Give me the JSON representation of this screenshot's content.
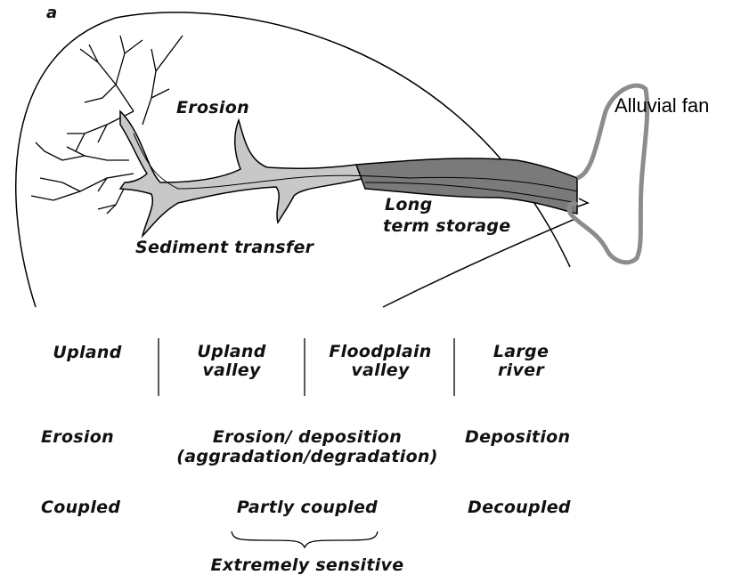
{
  "panel_letter": "a",
  "labels": {
    "erosion": "Erosion",
    "sediment_transfer": "Sediment transfer",
    "long_term_storage_1": "Long",
    "long_term_storage_2": "term storage",
    "alluvial_fan": "Alluvial fan"
  },
  "zones": [
    {
      "line1": "Upland",
      "line2": ""
    },
    {
      "line1": "Upland",
      "line2": "valley"
    },
    {
      "line1": "Floodplain",
      "line2": "valley"
    },
    {
      "line1": "Large",
      "line2": "river"
    }
  ],
  "process_row": {
    "upland": "Erosion",
    "middle_1": "Erosion/ deposition",
    "middle_2": "(aggradation/degradation)",
    "large_river": "Deposition"
  },
  "coupling_row": {
    "upland": "Coupled",
    "middle": "Partly coupled",
    "large_river": "Decoupled"
  },
  "sensitivity": "Extremely sensitive",
  "colors": {
    "light_channel": "#c8c8c8",
    "dark_channel": "#7a7a7a",
    "fan_outline": "#8c8c8c"
  }
}
